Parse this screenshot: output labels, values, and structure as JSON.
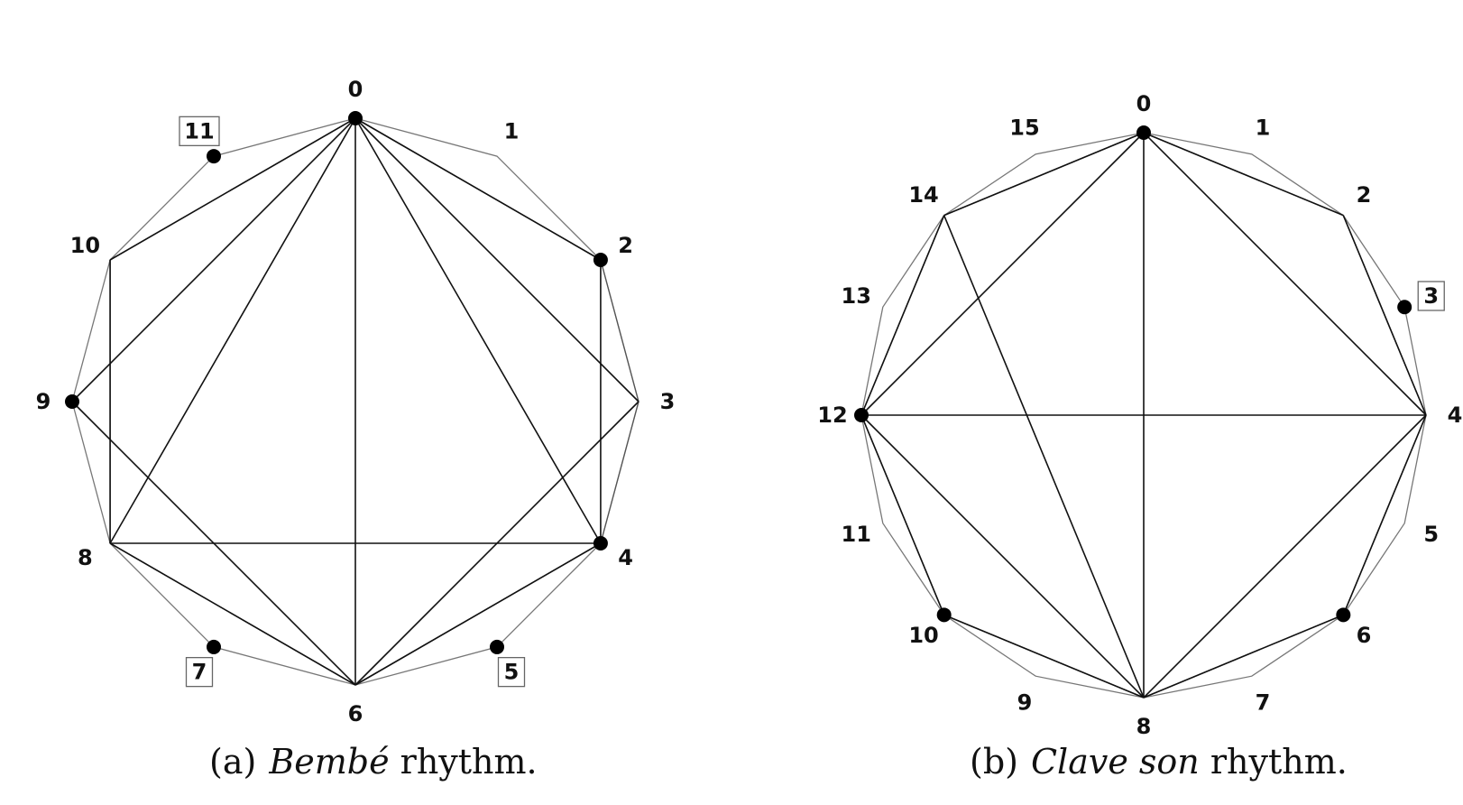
{
  "diagrams": [
    {
      "id": "bembe",
      "n": 12,
      "labels": [
        "0",
        "1",
        "2",
        "3",
        "4",
        "5",
        "6",
        "7",
        "8",
        "9",
        "10",
        "11"
      ],
      "onsets": [
        0,
        2,
        4,
        5,
        7,
        9,
        11
      ],
      "boxed": [
        5,
        7,
        11
      ],
      "polygon_vertices": [
        0,
        2,
        3,
        4,
        6,
        8,
        10
      ],
      "chords": [
        [
          0,
          2
        ],
        [
          0,
          3
        ],
        [
          0,
          4
        ],
        [
          0,
          6
        ],
        [
          0,
          8
        ],
        [
          0,
          9
        ],
        [
          0,
          10
        ],
        [
          2,
          4
        ],
        [
          3,
          6
        ],
        [
          4,
          6
        ],
        [
          4,
          8
        ],
        [
          6,
          8
        ],
        [
          6,
          9
        ],
        [
          8,
          10
        ]
      ],
      "caption": {
        "prefix": "(a)",
        "name": "Bembé",
        "suffix": "rhythm."
      }
    },
    {
      "id": "clave-son",
      "n": 16,
      "labels": [
        "0",
        "1",
        "2",
        "3",
        "4",
        "5",
        "6",
        "7",
        "8",
        "9",
        "10",
        "11",
        "12",
        "13",
        "14",
        "15"
      ],
      "onsets": [
        0,
        3,
        6,
        10,
        12
      ],
      "boxed": [
        3
      ],
      "polygon_vertices": [
        0,
        2,
        4,
        6,
        8,
        10,
        12,
        14
      ],
      "chords": [
        [
          0,
          2
        ],
        [
          0,
          4
        ],
        [
          0,
          8
        ],
        [
          0,
          12
        ],
        [
          0,
          14
        ],
        [
          2,
          4
        ],
        [
          4,
          6
        ],
        [
          4,
          8
        ],
        [
          4,
          12
        ],
        [
          6,
          8
        ],
        [
          8,
          10
        ],
        [
          8,
          12
        ],
        [
          8,
          14
        ],
        [
          10,
          12
        ],
        [
          12,
          14
        ]
      ],
      "caption": {
        "prefix": "(b)",
        "name": "Clave son",
        "suffix": "rhythm."
      }
    }
  ]
}
